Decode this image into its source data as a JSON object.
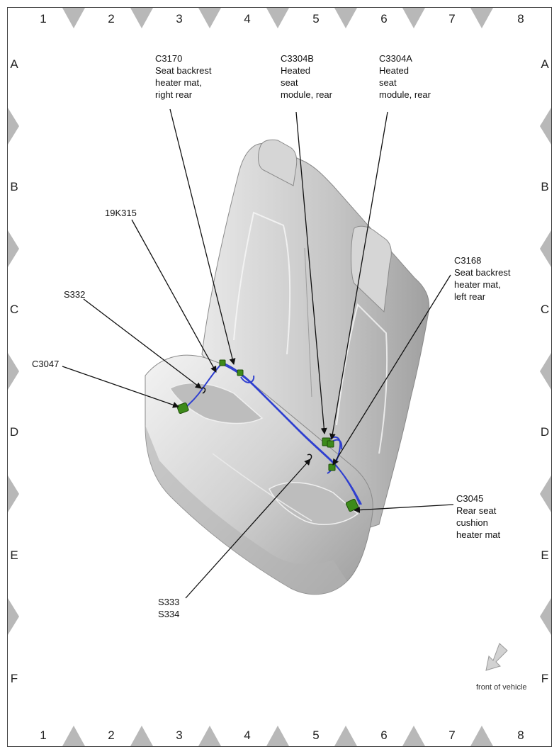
{
  "grid": {
    "columns": [
      "1",
      "2",
      "3",
      "4",
      "5",
      "6",
      "7",
      "8"
    ],
    "rows": [
      "A",
      "B",
      "C",
      "D",
      "E",
      "F"
    ]
  },
  "callouts": {
    "c3170": [
      "C3170",
      "Seat backrest",
      "heater mat,",
      "right rear"
    ],
    "c3304b": [
      "C3304B",
      "Heated",
      "seat",
      "module, rear"
    ],
    "c3304a": [
      "C3304A",
      "Heated",
      "seat",
      "module, rear"
    ],
    "k19315": [
      "19K315"
    ],
    "c3168": [
      "C3168",
      "Seat backrest",
      "heater mat,",
      "left rear"
    ],
    "s332": [
      "S332"
    ],
    "c3047": [
      "C3047"
    ],
    "c3045": [
      "C3045",
      "Rear seat",
      "cushion",
      "heater mat"
    ],
    "s333": [
      "S333",
      "S334"
    ]
  },
  "orientation": {
    "label": "front of vehicle",
    "icon": "arrow-icon"
  },
  "colors": {
    "harness": "#2f3fd0",
    "connector": "#3d8a1a",
    "seat": "#c8c8c8",
    "arrow": "#cfcfcf",
    "markers": "#b8b8b8"
  }
}
